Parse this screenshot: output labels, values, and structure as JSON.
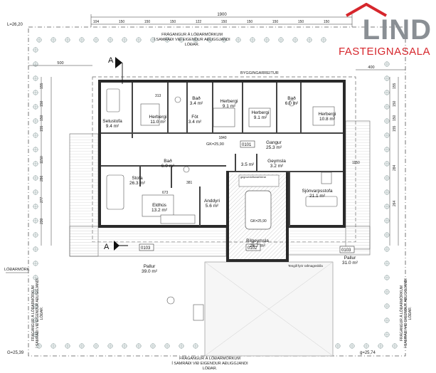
{
  "brand": {
    "name": "LIND",
    "tagline": "FASTEIGNASALA",
    "accent_color": "#d6262c",
    "gray_color": "#8a8f94"
  },
  "levels": {
    "top_left": "L=26,20",
    "bottom_left": "G=25,39",
    "bottom_right": "g=25,74",
    "floor": "GK=25,90",
    "garage_floor": "GK=25,90"
  },
  "dimensions": {
    "overall_width": "1900",
    "top_row": [
      "104",
      "150",
      "150",
      "150",
      "122",
      "150",
      "150",
      "150",
      "150",
      "150"
    ],
    "left_setback": "500",
    "right_setback": "400",
    "house_width": "1840",
    "interior_313": "313",
    "interior_381": "381",
    "interior_673": "673",
    "right_vertical": "1150",
    "left_vertical": [
      "155",
      "150",
      "150",
      "155",
      "1150",
      "286",
      "277",
      "230"
    ],
    "right_side": [
      "155",
      "150",
      "150",
      "155",
      "284",
      "264"
    ]
  },
  "notes": {
    "top_access": "FRÁGANGUR Á LÓÐARMÖRKUM\nÍ SAMRÁÐI VIÐ EIGENDUR AÐLIGGJANDI\nLÓÐAR.",
    "bottom_access": "FRÁGANGUR Á LÓÐARMÖRKUM\nÍ SAMRÁÐI VIÐ EIGENDUR AÐLIGGJANDI\nLÓÐAR.",
    "left_access": "FRÁGANGUR Á LÓÐARMÖRKUM\nÍ SAMRÁÐI VIÐ EIGENDUR AÐLIGGJANDI\nLÓÐAR.",
    "right_access": "FRÁGANGUR Á LÓÐARMÖRKUM\nÍ SAMRÁÐI VIÐ EIGENDUR AÐLIGGJANDI\nLÓÐAR.",
    "building_line": "BYGGINGARREITUR",
    "plot_line": "LÓÐARMÖRK",
    "car_charger": "Tengill fyrir rafmagnsbíla",
    "section_a": "A",
    "garage_door": "gegnumloftunarhlerar"
  },
  "zones": {
    "z0101": "0101",
    "z0102": "0102",
    "z0103_left": "0103",
    "z0103_right": "0103"
  },
  "rooms": [
    {
      "name": "Setustofa",
      "area": "9.4 m²"
    },
    {
      "name": "Herbergi",
      "area": "11.0 m²"
    },
    {
      "name": "Bað",
      "area": "3.4 m²"
    },
    {
      "name": "Föt",
      "area": "3.4 m²"
    },
    {
      "name": "Herbergi",
      "area": "9.1 m²"
    },
    {
      "name": "Herbergi",
      "area": "9.1 m²"
    },
    {
      "name": "Bað",
      "area": "6.0 m²"
    },
    {
      "name": "Herbergi",
      "area": "10.8 m²"
    },
    {
      "name": "Gangur",
      "area": "25.3 m²"
    },
    {
      "name": "Bað",
      "area": "6.0 m²"
    },
    {
      "name": "Stofa",
      "area": "26.3 m²"
    },
    {
      "name": "Eldhús",
      "area": "13.2 m²"
    },
    {
      "name": "Anddyri",
      "area": "5.6 m²"
    },
    {
      "name": "",
      "area": "3.5 m²"
    },
    {
      "name": "Geymsla",
      "area": "3.2 m²"
    },
    {
      "name": "Sjónvarpsstofa",
      "area": "21.1 m²"
    },
    {
      "name": "Bílgeymsla",
      "area": "26.7 m²"
    },
    {
      "name": "Pallur",
      "area": "39.0 m²"
    },
    {
      "name": "Pallur",
      "area": "31.0 m²"
    }
  ]
}
